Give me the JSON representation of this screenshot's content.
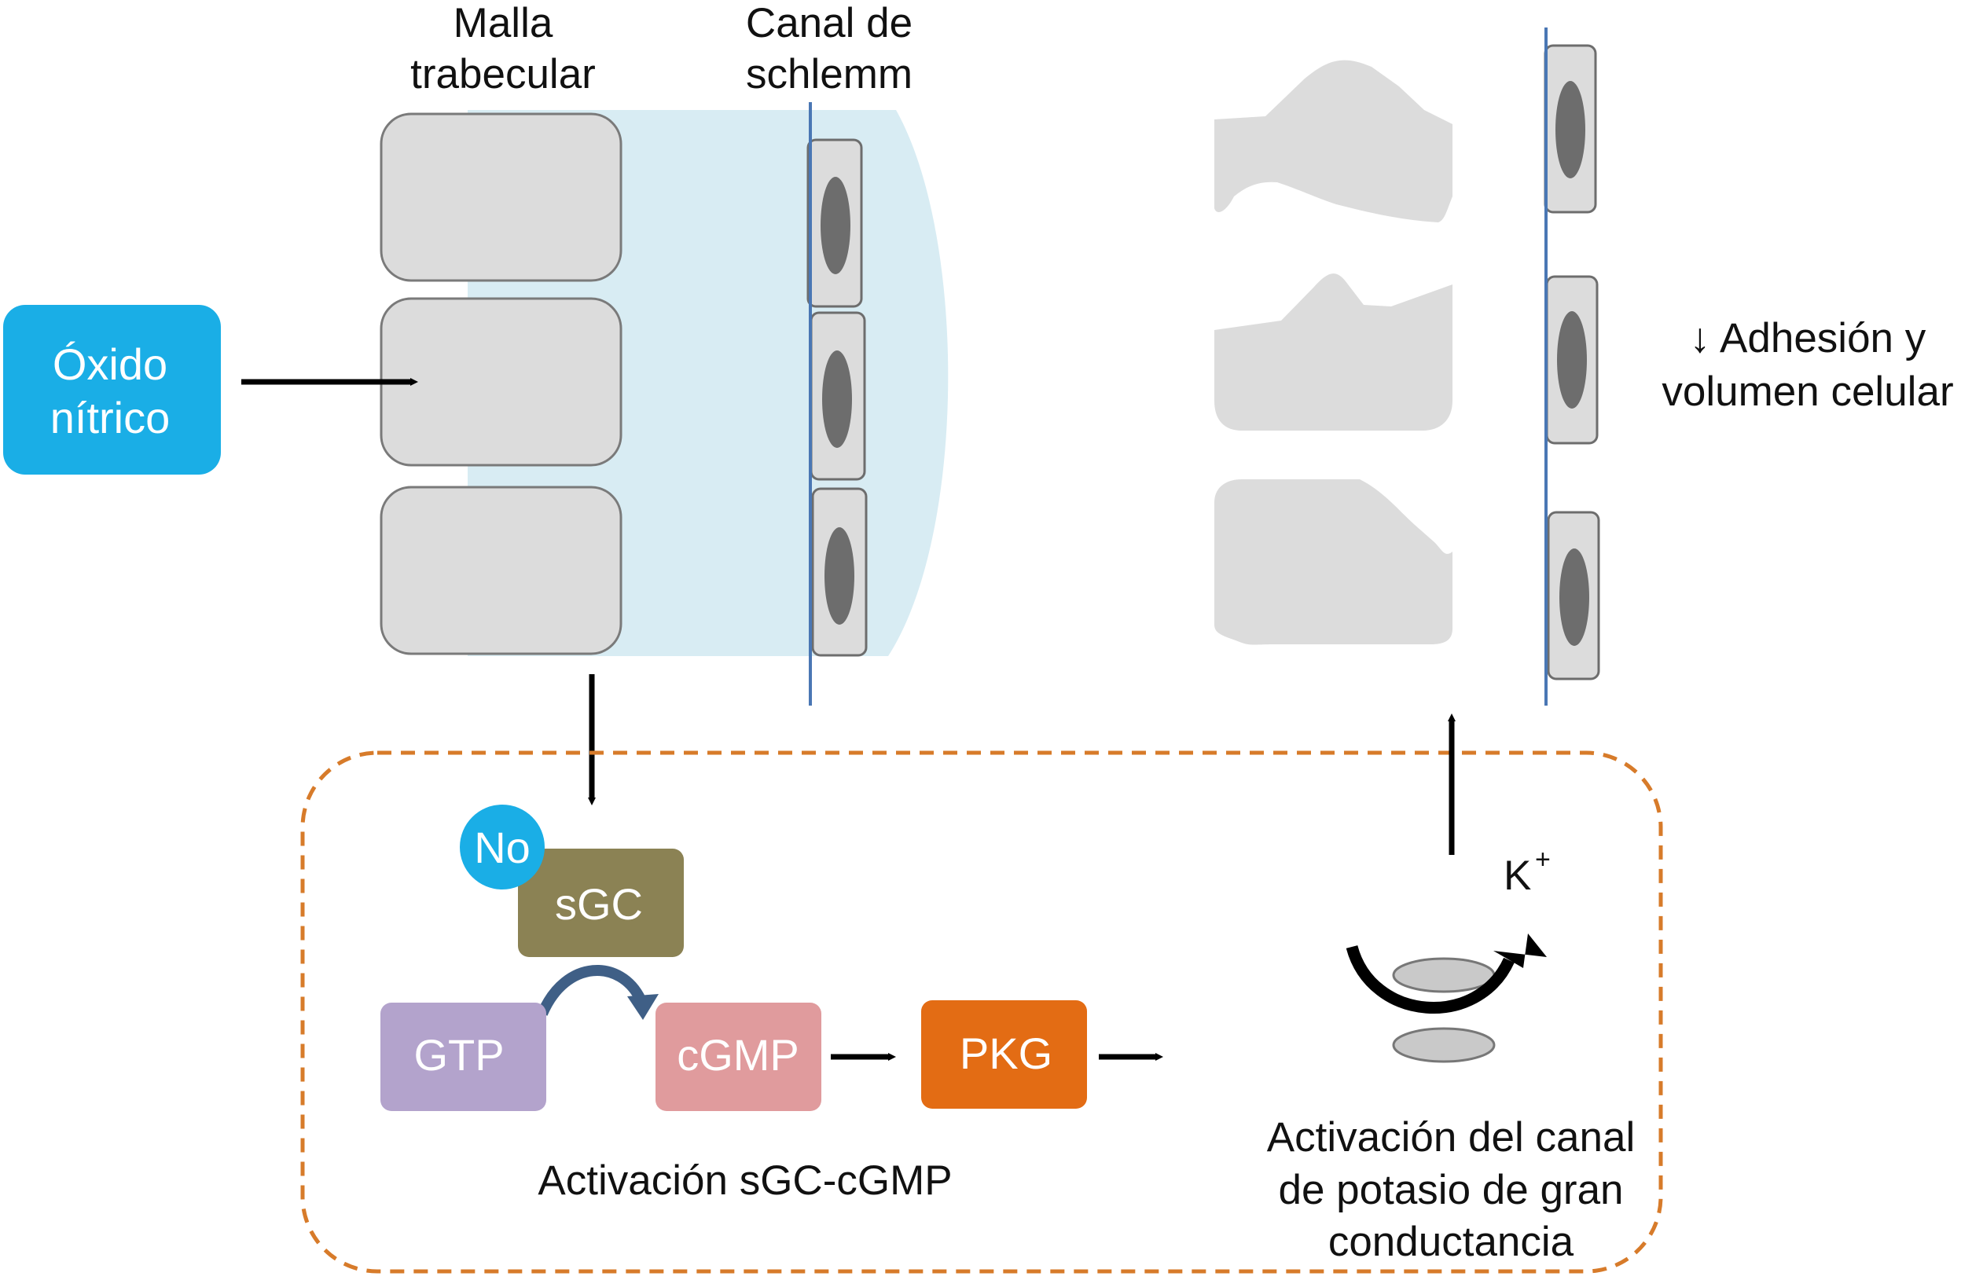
{
  "labels": {
    "malla_line1": "Malla",
    "malla_line2": "trabecular",
    "canal_line1": "Canal de",
    "canal_line2": "schlemm",
    "oxido_line1": "Óxido",
    "oxido_line2": "nítrico",
    "adhesion_line1": "↓ Adhesión y",
    "adhesion_line2": "volumen celular",
    "no": "No",
    "sgc": "sGC",
    "gtp": "GTP",
    "cgmp": "cGMP",
    "pkg": "PKG",
    "k_ion": "K",
    "k_charge": "+",
    "activacion_sgc": "Activación sGC-cGMP",
    "canal_line_a": "Activación del canal",
    "canal_line_b": "de potasio de gran",
    "canal_line_c": "conductancia"
  },
  "colors": {
    "oxido_box": "#1aaee6",
    "no_circle": "#1aaee6",
    "sgc_box": "#8b8254",
    "gtp_box": "#b3a3cc",
    "cgmp_box": "#e09b9d",
    "pkg_box": "#e36c14",
    "schlemm_fill": "#d8ecf3",
    "cell_fill": "#dcdcdc",
    "nucleus": "#6d6d6d",
    "endothelium_line": "#4a77b4",
    "dashed_border": "#d77b2a",
    "arrow": "#000000"
  }
}
